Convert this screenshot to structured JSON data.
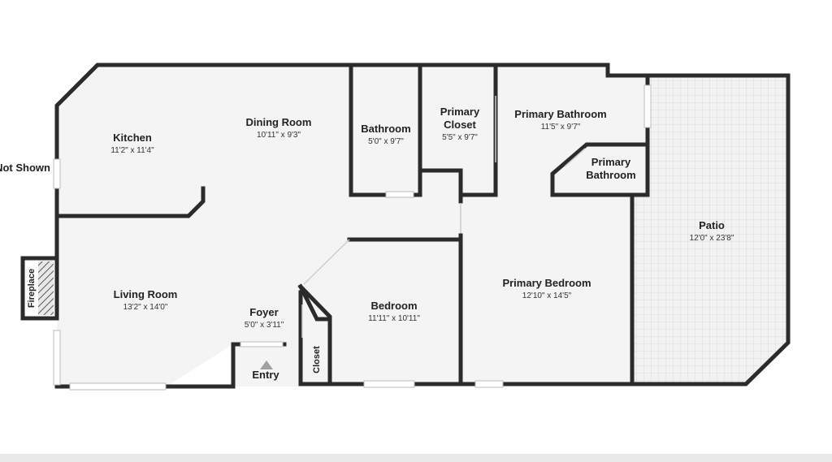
{
  "colors": {
    "wall": "#2b2b2b",
    "floor": "#f3f3f3",
    "patio_tile": "#e6e6e6",
    "text": "#222222"
  },
  "rooms": {
    "not_shown": {
      "name": "Not Shown"
    },
    "kitchen": {
      "name": "Kitchen",
      "dim": "11'2\" x 11'4\""
    },
    "dining": {
      "name": "Dining Room",
      "dim": "10'11\" x 9'3\""
    },
    "bathroom": {
      "name": "Bathroom",
      "dim": "5'0\" x 9'7\""
    },
    "primary_closet": {
      "name_line1": "Primary",
      "name_line2": "Closet",
      "dim": "5'5\" x 9'7\""
    },
    "primary_bathroom": {
      "name": "Primary Bathroom",
      "dim": "11'5\" x 9'7\""
    },
    "primary_bathroom_small": {
      "name_line1": "Primary",
      "name_line2": "Bathroom"
    },
    "patio": {
      "name": "Patio",
      "dim": "12'0\" x 23'8\""
    },
    "living": {
      "name": "Living Room",
      "dim": "13'2\" x 14'0\""
    },
    "fireplace": {
      "name": "Fireplace"
    },
    "foyer": {
      "name": "Foyer",
      "dim": "5'0\" x 3'11\""
    },
    "entry": {
      "name": "Entry"
    },
    "closet": {
      "name": "Closet"
    },
    "bedroom": {
      "name": "Bedroom",
      "dim": "11'11\" x 10'11\""
    },
    "primary_bedroom": {
      "name": "Primary Bedroom",
      "dim": "12'10\" x 14'5\""
    }
  }
}
